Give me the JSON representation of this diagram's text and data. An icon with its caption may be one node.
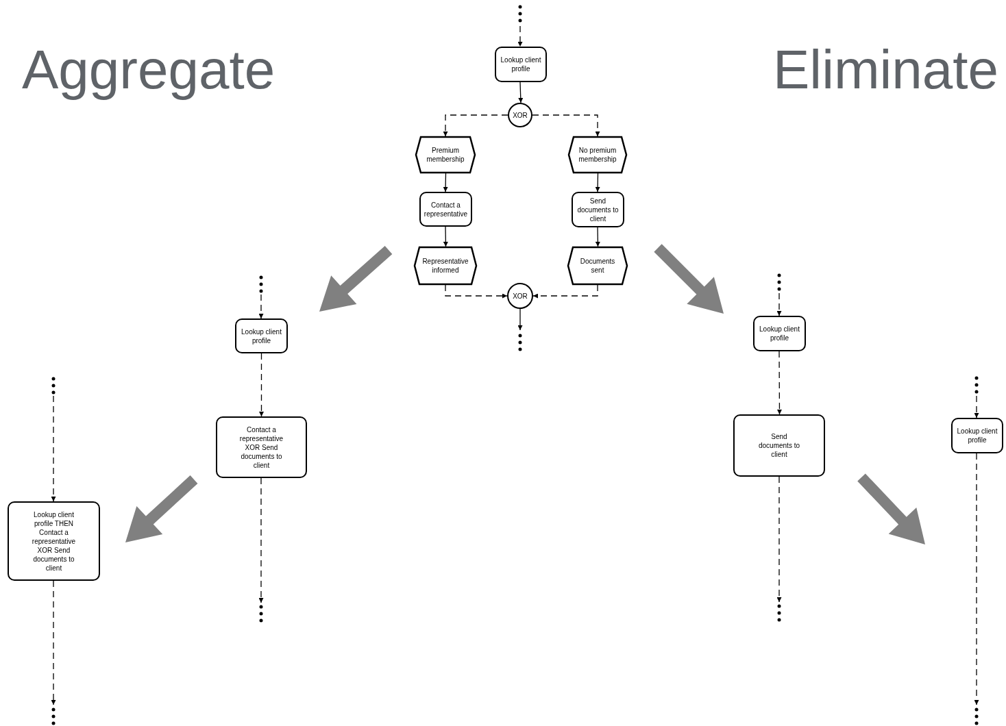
{
  "diagram": {
    "nodes": [
      {
        "text": [
          "Lookup client profile"
        ]
      },
      {
        "text": [
          "XOR"
        ]
      },
      {
        "text": [
          "Premium membership"
        ]
      },
      {
        "text": [
          "No premium membership"
        ]
      },
      {
        "text": [
          "Contact a representative"
        ]
      },
      {
        "text": [
          "Send documents to client"
        ]
      },
      {
        "text": [
          "Representative informed"
        ]
      },
      {
        "text": [
          "Documents sent"
        ]
      },
      {
        "text": [
          "XOR"
        ]
      },
      {
        "text": [
          "Lookup client profile"
        ]
      },
      {
        "text": [
          "Contact a representative XOR Send documents to client"
        ]
      },
      {
        "text": [
          "Lookup client profile THEN Contact a representative XOR Send documents to client"
        ]
      },
      {
        "text": [
          "Lookup client profile"
        ]
      },
      {
        "text": [
          "Send documents to client"
        ]
      },
      {
        "text": [
          "Lookup client profile"
        ]
      }
    ],
    "edges": [
      {
        "from": null,
        "to": 0,
        "arrow": "to",
        "style": "dashed"
      },
      {
        "from": 0,
        "to": 1,
        "arrow": "to"
      },
      {
        "from": 1,
        "to": 2,
        "arrow": "to",
        "style": "dashed"
      },
      {
        "from": 1,
        "to": 3,
        "arrow": "to",
        "style": "dashed"
      },
      {
        "from": 2,
        "to": 4,
        "arrow": "to"
      },
      {
        "from": 3,
        "to": 5,
        "arrow": "to"
      },
      {
        "from": 4,
        "to": 6,
        "arrow": "to"
      },
      {
        "from": 5,
        "to": 7,
        "arrow": "to"
      },
      {
        "from": 6,
        "to": 8,
        "arrow": "to",
        "style": "dashed"
      },
      {
        "from": 7,
        "to": 8,
        "arrow": "to",
        "style": "dashed"
      },
      {
        "from": 8,
        "to": null,
        "arrow": "to"
      },
      {
        "from": null,
        "to": 9,
        "arrow": "to",
        "style": "dashed"
      },
      {
        "from": 9,
        "to": 10,
        "arrow": "to",
        "style": "dashed"
      },
      {
        "from": 10,
        "to": null,
        "arrow": "to",
        "style": "dashed"
      },
      {
        "from": null,
        "to": 11,
        "arrow": "to",
        "style": "dashed"
      },
      {
        "from": 11,
        "to": null,
        "arrow": "to",
        "style": "dashed"
      },
      {
        "from": null,
        "to": 12,
        "arrow": "to",
        "style": "dashed"
      },
      {
        "from": 12,
        "to": 13,
        "arrow": "to",
        "style": "dashed"
      },
      {
        "from": 13,
        "to": null,
        "arrow": "to",
        "style": "dashed"
      },
      {
        "from": null,
        "to": 14,
        "arrow": "to",
        "style": "dashed"
      },
      {
        "from": 14,
        "to": null,
        "arrow": "to",
        "style": "dashed"
      }
    ],
    "labels": [
      "Aggregate",
      "Eliminate"
    ]
  }
}
